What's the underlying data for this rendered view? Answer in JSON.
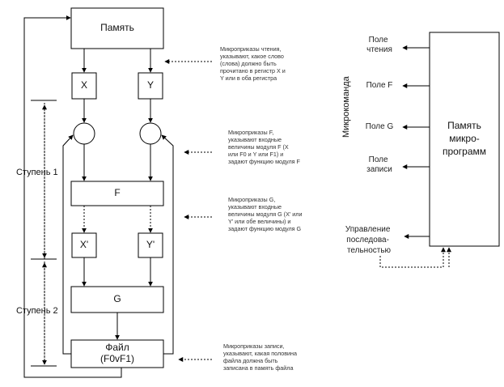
{
  "blocks": {
    "memory": "Память",
    "x": "X",
    "y": "Y",
    "f": "F",
    "x_prime": "X'",
    "y_prime": "Y'",
    "g": "G",
    "file_line1": "Файл",
    "file_line2": "(F0vF1)",
    "microprogram_memory": [
      "Память",
      "микро-",
      "программ"
    ]
  },
  "stages": {
    "stage1": "Ступень 1",
    "stage2": "Ступень 2"
  },
  "microcommand_label": "Микрокоманда",
  "fields": {
    "read": [
      "Поле",
      "чтения"
    ],
    "f": [
      "Поле F"
    ],
    "g": [
      "Поле G"
    ],
    "write": [
      "Поле",
      "записи"
    ],
    "sequence_control": [
      "Управление",
      "последова-",
      "тельностью"
    ]
  },
  "notes": {
    "read": [
      "Микроприказы чтения,",
      "указывают, какое слово",
      "(слова) должно быть",
      "прочитано в регистр X и",
      "Y или в оба регистра"
    ],
    "f": [
      "Микроприказы F,",
      "указывают входные",
      "величины модуля F (X",
      "или F0 и Y или F1) и",
      "задают функцию модуля F"
    ],
    "g": [
      "Микроприказы G,",
      "указывают входные",
      "величины модуля G (X' или",
      "Y' или обе величины) и",
      "задают функцию модуля G"
    ],
    "write": [
      "Микроприказы записи,",
      "указывают, какая половина",
      "файла должна быть",
      "записана в память файла"
    ]
  }
}
